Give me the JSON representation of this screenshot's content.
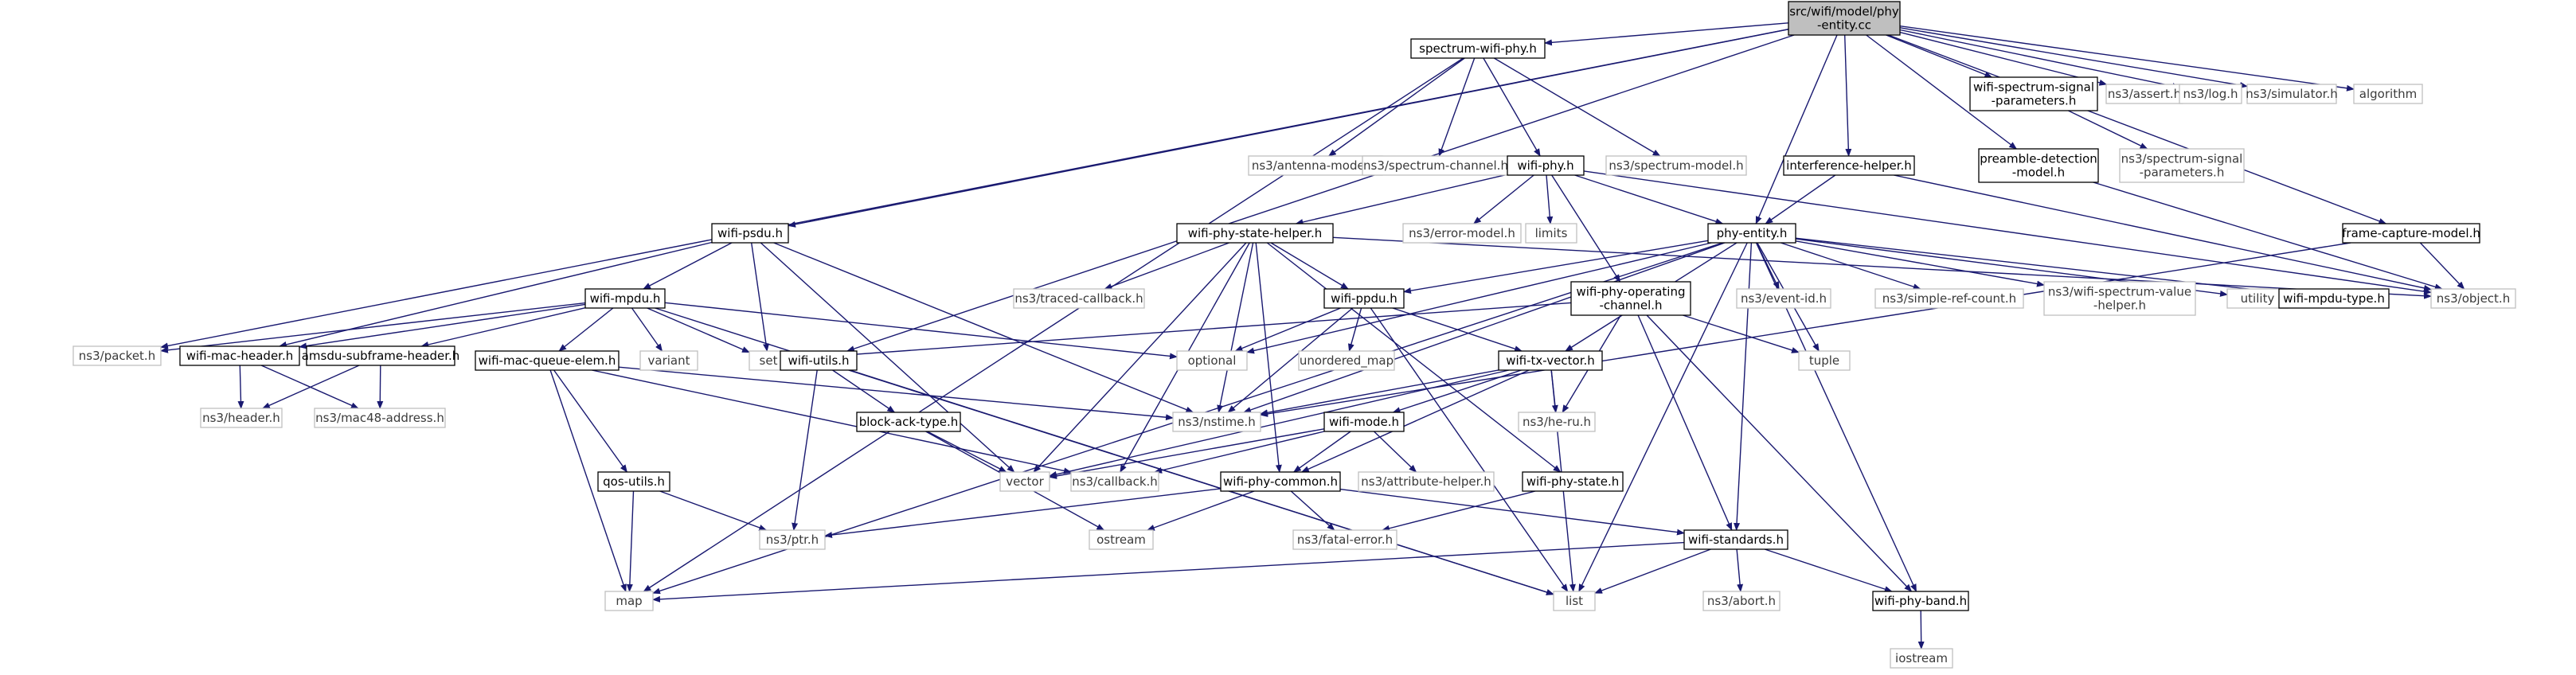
{
  "colors": {
    "edge": "#191970",
    "root_fill": "#bfbfbf",
    "root_stroke": "#000000",
    "local_stroke": "#000000",
    "external_stroke": "#bfbfbf",
    "background": "#ffffff"
  },
  "nodes": [
    {
      "id": "root",
      "label": [
        "src/wifi/model/phy",
        "-entity.cc"
      ],
      "kind": "root"
    },
    {
      "id": "spectrum_wifi_phy",
      "label": [
        "spectrum-wifi-phy.h"
      ],
      "kind": "local"
    },
    {
      "id": "wifi_spectrum_signal_params",
      "label": [
        "wifi-spectrum-signal",
        "-parameters.h"
      ],
      "kind": "local"
    },
    {
      "id": "ns3_assert",
      "label": [
        "ns3/assert.h"
      ],
      "kind": "external"
    },
    {
      "id": "ns3_log",
      "label": [
        "ns3/log.h"
      ],
      "kind": "external"
    },
    {
      "id": "ns3_simulator",
      "label": [
        "ns3/simulator.h"
      ],
      "kind": "external"
    },
    {
      "id": "algorithm",
      "label": [
        "algorithm"
      ],
      "kind": "external"
    },
    {
      "id": "ns3_antenna_model",
      "label": [
        "ns3/antenna-model.h"
      ],
      "kind": "external"
    },
    {
      "id": "ns3_spectrum_channel",
      "label": [
        "ns3/spectrum-channel.h"
      ],
      "kind": "external"
    },
    {
      "id": "wifi_phy",
      "label": [
        "wifi-phy.h"
      ],
      "kind": "local"
    },
    {
      "id": "ns3_spectrum_model",
      "label": [
        "ns3/spectrum-model.h"
      ],
      "kind": "external"
    },
    {
      "id": "interference_helper",
      "label": [
        "interference-helper.h"
      ],
      "kind": "local"
    },
    {
      "id": "preamble_detection_model",
      "label": [
        "preamble-detection",
        "-model.h"
      ],
      "kind": "local"
    },
    {
      "id": "ns3_spectrum_signal_params",
      "label": [
        "ns3/spectrum-signal",
        "-parameters.h"
      ],
      "kind": "external"
    },
    {
      "id": "wifi_psdu",
      "label": [
        "wifi-psdu.h"
      ],
      "kind": "local"
    },
    {
      "id": "wifi_phy_state_helper",
      "label": [
        "wifi-phy-state-helper.h"
      ],
      "kind": "local"
    },
    {
      "id": "ns3_error_model",
      "label": [
        "ns3/error-model.h"
      ],
      "kind": "external"
    },
    {
      "id": "limits",
      "label": [
        "limits"
      ],
      "kind": "external"
    },
    {
      "id": "phy_entity",
      "label": [
        "phy-entity.h"
      ],
      "kind": "local"
    },
    {
      "id": "frame_capture_model",
      "label": [
        "frame-capture-model.h"
      ],
      "kind": "local"
    },
    {
      "id": "wifi_mpdu",
      "label": [
        "wifi-mpdu.h"
      ],
      "kind": "local"
    },
    {
      "id": "ns3_traced_callback",
      "label": [
        "ns3/traced-callback.h"
      ],
      "kind": "external"
    },
    {
      "id": "wifi_ppdu",
      "label": [
        "wifi-ppdu.h"
      ],
      "kind": "local"
    },
    {
      "id": "wifi_phy_operating_channel",
      "label": [
        "wifi-phy-operating",
        "-channel.h"
      ],
      "kind": "local"
    },
    {
      "id": "ns3_event_id",
      "label": [
        "ns3/event-id.h"
      ],
      "kind": "external"
    },
    {
      "id": "ns3_simple_ref_count",
      "label": [
        "ns3/simple-ref-count.h"
      ],
      "kind": "external"
    },
    {
      "id": "ns3_wifi_spectrum_value_helper",
      "label": [
        "ns3/wifi-spectrum-value",
        "-helper.h"
      ],
      "kind": "external"
    },
    {
      "id": "utility",
      "label": [
        "utility"
      ],
      "kind": "external"
    },
    {
      "id": "wifi_mpdu_type",
      "label": [
        "wifi-mpdu-type.h"
      ],
      "kind": "local"
    },
    {
      "id": "ns3_object",
      "label": [
        "ns3/object.h"
      ],
      "kind": "external"
    },
    {
      "id": "ns3_packet",
      "label": [
        "ns3/packet.h"
      ],
      "kind": "external"
    },
    {
      "id": "wifi_mac_header",
      "label": [
        "wifi-mac-header.h"
      ],
      "kind": "local"
    },
    {
      "id": "amsdu_subframe_header",
      "label": [
        "amsdu-subframe-header.h"
      ],
      "kind": "local"
    },
    {
      "id": "variant",
      "label": [
        "variant"
      ],
      "kind": "external"
    },
    {
      "id": "set",
      "label": [
        "set"
      ],
      "kind": "external"
    },
    {
      "id": "wifi_mac_queue_elem",
      "label": [
        "wifi-mac-queue-elem.h"
      ],
      "kind": "local"
    },
    {
      "id": "wifi_utils",
      "label": [
        "wifi-utils.h"
      ],
      "kind": "local"
    },
    {
      "id": "optional",
      "label": [
        "optional"
      ],
      "kind": "external"
    },
    {
      "id": "unordered_map",
      "label": [
        "unordered_map"
      ],
      "kind": "external"
    },
    {
      "id": "wifi_tx_vector",
      "label": [
        "wifi-tx-vector.h"
      ],
      "kind": "local"
    },
    {
      "id": "tuple",
      "label": [
        "tuple"
      ],
      "kind": "external"
    },
    {
      "id": "ns3_header",
      "label": [
        "ns3/header.h"
      ],
      "kind": "external"
    },
    {
      "id": "ns3_mac48_address",
      "label": [
        "ns3/mac48-address.h"
      ],
      "kind": "external"
    },
    {
      "id": "block_ack_type",
      "label": [
        "block-ack-type.h"
      ],
      "kind": "local"
    },
    {
      "id": "ns3_nstime",
      "label": [
        "ns3/nstime.h"
      ],
      "kind": "external"
    },
    {
      "id": "wifi_mode",
      "label": [
        "wifi-mode.h"
      ],
      "kind": "local"
    },
    {
      "id": "ns3_he_ru",
      "label": [
        "ns3/he-ru.h"
      ],
      "kind": "external"
    },
    {
      "id": "qos_utils",
      "label": [
        "qos-utils.h"
      ],
      "kind": "local"
    },
    {
      "id": "vector",
      "label": [
        "vector"
      ],
      "kind": "external"
    },
    {
      "id": "ns3_callback",
      "label": [
        "ns3/callback.h"
      ],
      "kind": "external"
    },
    {
      "id": "wifi_phy_common",
      "label": [
        "wifi-phy-common.h"
      ],
      "kind": "local"
    },
    {
      "id": "ns3_attribute_helper",
      "label": [
        "ns3/attribute-helper.h"
      ],
      "kind": "external"
    },
    {
      "id": "wifi_phy_state",
      "label": [
        "wifi-phy-state.h"
      ],
      "kind": "local"
    },
    {
      "id": "ns3_ptr",
      "label": [
        "ns3/ptr.h"
      ],
      "kind": "external"
    },
    {
      "id": "ostream",
      "label": [
        "ostream"
      ],
      "kind": "external"
    },
    {
      "id": "ns3_fatal_error",
      "label": [
        "ns3/fatal-error.h"
      ],
      "kind": "external"
    },
    {
      "id": "wifi_standards",
      "label": [
        "wifi-standards.h"
      ],
      "kind": "local"
    },
    {
      "id": "map",
      "label": [
        "map"
      ],
      "kind": "external"
    },
    {
      "id": "list",
      "label": [
        "list"
      ],
      "kind": "external"
    },
    {
      "id": "ns3_abort",
      "label": [
        "ns3/abort.h"
      ],
      "kind": "external"
    },
    {
      "id": "wifi_phy_band",
      "label": [
        "wifi-phy-band.h"
      ],
      "kind": "local"
    },
    {
      "id": "iostream",
      "label": [
        "iostream"
      ],
      "kind": "external"
    }
  ],
  "edges": [
    [
      "root",
      "spectrum_wifi_phy"
    ],
    [
      "root",
      "wifi_spectrum_signal_params"
    ],
    [
      "root",
      "ns3_assert"
    ],
    [
      "root",
      "ns3_log"
    ],
    [
      "root",
      "ns3_simulator"
    ],
    [
      "root",
      "algorithm"
    ],
    [
      "root",
      "interference_helper"
    ],
    [
      "root",
      "preamble_detection_model"
    ],
    [
      "root",
      "phy_entity"
    ],
    [
      "root",
      "frame_capture_model"
    ],
    [
      "root",
      "wifi_psdu"
    ],
    [
      "root",
      "wifi_utils"
    ],
    [
      "root",
      "ns3_packet"
    ],
    [
      "spectrum_wifi_phy",
      "ns3_antenna_model"
    ],
    [
      "spectrum_wifi_phy",
      "ns3_spectrum_channel"
    ],
    [
      "spectrum_wifi_phy",
      "wifi_phy"
    ],
    [
      "spectrum_wifi_phy",
      "ns3_spectrum_model"
    ],
    [
      "spectrum_wifi_phy",
      "map"
    ],
    [
      "wifi_spectrum_signal_params",
      "ns3_spectrum_signal_params"
    ],
    [
      "interference_helper",
      "phy_entity"
    ],
    [
      "interference_helper",
      "ns3_object"
    ],
    [
      "preamble_detection_model",
      "ns3_object"
    ],
    [
      "frame_capture_model",
      "ns3_object"
    ],
    [
      "frame_capture_model",
      "ns3_nstime"
    ],
    [
      "wifi_phy",
      "wifi_phy_state_helper"
    ],
    [
      "wifi_phy",
      "ns3_error_model"
    ],
    [
      "wifi_phy",
      "limits"
    ],
    [
      "wifi_phy",
      "phy_entity"
    ],
    [
      "wifi_phy",
      "wifi_phy_operating_channel"
    ],
    [
      "wifi_phy",
      "ns3_object"
    ],
    [
      "wifi_psdu",
      "wifi_mpdu"
    ],
    [
      "wifi_psdu",
      "wifi_mac_header"
    ],
    [
      "wifi_psdu",
      "set"
    ],
    [
      "wifi_psdu",
      "ns3_nstime"
    ],
    [
      "wifi_psdu",
      "vector"
    ],
    [
      "wifi_phy_state_helper",
      "ns3_traced_callback"
    ],
    [
      "wifi_phy_state_helper",
      "wifi_ppdu"
    ],
    [
      "wifi_phy_state_helper",
      "ns3_object"
    ],
    [
      "wifi_phy_state_helper",
      "wifi_phy_state"
    ],
    [
      "wifi_phy_state_helper",
      "ns3_nstime"
    ],
    [
      "wifi_phy_state_helper",
      "vector"
    ],
    [
      "wifi_phy_state_helper",
      "ns3_callback"
    ],
    [
      "wifi_phy_state_helper",
      "wifi_phy_common"
    ],
    [
      "phy_entity",
      "wifi_ppdu"
    ],
    [
      "phy_entity",
      "wifi_mpdu_type"
    ],
    [
      "phy_entity",
      "ns3_event_id"
    ],
    [
      "phy_entity",
      "ns3_simple_ref_count"
    ],
    [
      "phy_entity",
      "ns3_wifi_spectrum_value_helper"
    ],
    [
      "phy_entity",
      "utility"
    ],
    [
      "phy_entity",
      "tuple"
    ],
    [
      "phy_entity",
      "optional"
    ],
    [
      "phy_entity",
      "map"
    ],
    [
      "phy_entity",
      "ns3_nstime"
    ],
    [
      "phy_entity",
      "wifi_tx_vector"
    ],
    [
      "phy_entity",
      "list"
    ],
    [
      "phy_entity",
      "wifi_standards"
    ],
    [
      "phy_entity",
      "wifi_phy_band"
    ],
    [
      "wifi_mpdu",
      "wifi_mac_header"
    ],
    [
      "wifi_mpdu",
      "amsdu_subframe_header"
    ],
    [
      "wifi_mpdu",
      "wifi_mac_queue_elem"
    ],
    [
      "wifi_mpdu",
      "variant"
    ],
    [
      "wifi_mpdu",
      "set"
    ],
    [
      "wifi_mpdu",
      "optional"
    ],
    [
      "wifi_mpdu",
      "ns3_packet"
    ],
    [
      "wifi_mpdu",
      "list"
    ],
    [
      "wifi_ppdu",
      "optional"
    ],
    [
      "wifi_ppdu",
      "unordered_map"
    ],
    [
      "wifi_ppdu",
      "wifi_tx_vector"
    ],
    [
      "wifi_ppdu",
      "ns3_nstime"
    ],
    [
      "wifi_ppdu",
      "list"
    ],
    [
      "wifi_phy_operating_channel",
      "set"
    ],
    [
      "wifi_phy_operating_channel",
      "tuple"
    ],
    [
      "wifi_phy_operating_channel",
      "ns3_he_ru"
    ],
    [
      "wifi_phy_operating_channel",
      "wifi_standards"
    ],
    [
      "wifi_phy_operating_channel",
      "wifi_phy_band"
    ],
    [
      "wifi_mac_header",
      "ns3_header"
    ],
    [
      "wifi_mac_header",
      "ns3_mac48_address"
    ],
    [
      "amsdu_subframe_header",
      "ns3_header"
    ],
    [
      "amsdu_subframe_header",
      "ns3_mac48_address"
    ],
    [
      "wifi_mac_queue_elem",
      "ns3_nstime"
    ],
    [
      "wifi_mac_queue_elem",
      "ns3_callback"
    ],
    [
      "wifi_mac_queue_elem",
      "qos_utils"
    ],
    [
      "wifi_mac_queue_elem",
      "map"
    ],
    [
      "wifi_utils",
      "block_ack_type"
    ],
    [
      "wifi_utils",
      "ns3_ptr"
    ],
    [
      "wifi_utils",
      "list"
    ],
    [
      "wifi_tx_vector",
      "wifi_mode"
    ],
    [
      "wifi_tx_vector",
      "ns3_he_ru"
    ],
    [
      "wifi_tx_vector",
      "wifi_phy_common"
    ],
    [
      "wifi_tx_vector",
      "vector"
    ],
    [
      "wifi_tx_vector",
      "list"
    ],
    [
      "wifi_tx_vector",
      "ns3_nstime"
    ],
    [
      "block_ack_type",
      "vector"
    ],
    [
      "block_ack_type",
      "ostream"
    ],
    [
      "wifi_mode",
      "vector"
    ],
    [
      "wifi_mode",
      "ns3_callback"
    ],
    [
      "wifi_mode",
      "ns3_attribute_helper"
    ],
    [
      "wifi_mode",
      "wifi_phy_common"
    ],
    [
      "qos_utils",
      "ns3_ptr"
    ],
    [
      "qos_utils",
      "map"
    ],
    [
      "wifi_phy_common",
      "ns3_ptr"
    ],
    [
      "wifi_phy_common",
      "ostream"
    ],
    [
      "wifi_phy_common",
      "ns3_fatal_error"
    ],
    [
      "wifi_phy_common",
      "wifi_standards"
    ],
    [
      "wifi_phy_state",
      "ns3_fatal_error"
    ],
    [
      "wifi_standards",
      "map"
    ],
    [
      "wifi_standards",
      "list"
    ],
    [
      "wifi_standards",
      "ns3_abort"
    ],
    [
      "wifi_standards",
      "wifi_phy_band"
    ],
    [
      "wifi_phy_band",
      "iostream"
    ]
  ]
}
